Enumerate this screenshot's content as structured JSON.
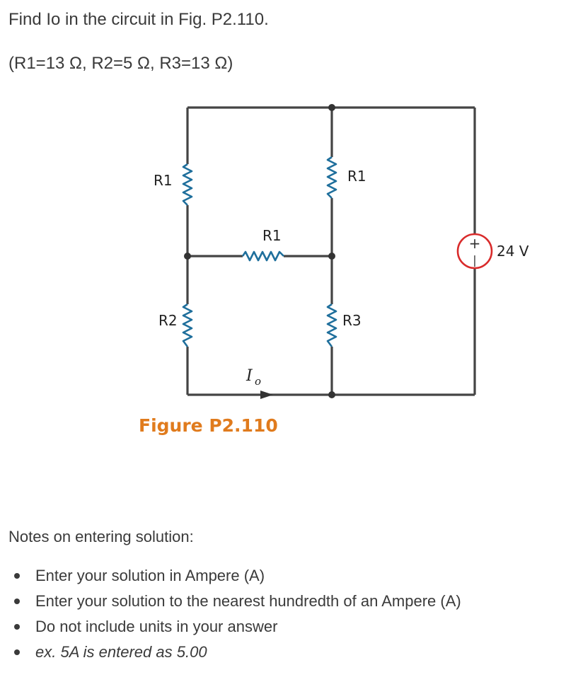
{
  "question": {
    "line1": "Find Io in the circuit in Fig. P2.110.",
    "line2": "(R1=13 Ω, R2=5 Ω, R3=13 Ω)"
  },
  "circuit": {
    "labels": {
      "r1_left": "R1",
      "r1_middle": "R1",
      "r1_horizontal": "R1",
      "r2": "R2",
      "r3": "R3",
      "source": "24 V",
      "source_plus": "+",
      "source_minus": "|",
      "io_main": "I",
      "io_sub": "o"
    },
    "caption": "Figure P2.110",
    "colors": {
      "resistor": "#1f6f9c",
      "source": "#d92b2b",
      "caption": "#e07b1d",
      "wire": "#444444"
    }
  },
  "notes": {
    "heading": "Notes on entering solution:",
    "items": [
      "Enter your solution in Ampere (A)",
      "Enter your solution to the nearest hundredth of an Ampere (A)",
      "Do not include units in your answer",
      "ex. 5A is entered as 5.00"
    ]
  }
}
